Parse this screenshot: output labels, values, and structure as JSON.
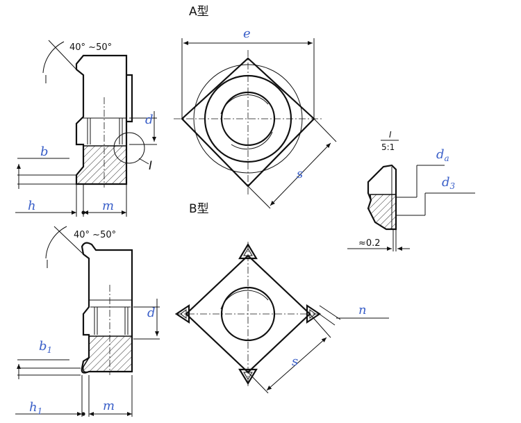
{
  "type_a_title": "A型",
  "type_b_title": "B型",
  "angle_label_a": "40° ~50°",
  "angle_label_b": "40° ~50°",
  "detail_marker": "I",
  "detail_title": "I",
  "detail_scale": "5:1",
  "dims": {
    "e": "e",
    "s": "s",
    "d": "d",
    "b": "b",
    "h": "h",
    "m": "m",
    "b1": "b",
    "b1_sub": "1",
    "h1": "h",
    "h1_sub": "1",
    "n": "n",
    "da": "d",
    "da_sub": "a",
    "d3": "d",
    "d3_sub": "3",
    "gap": "≈0.2"
  },
  "colors": {
    "line": "#111111",
    "label": "#3a5fc8"
  }
}
